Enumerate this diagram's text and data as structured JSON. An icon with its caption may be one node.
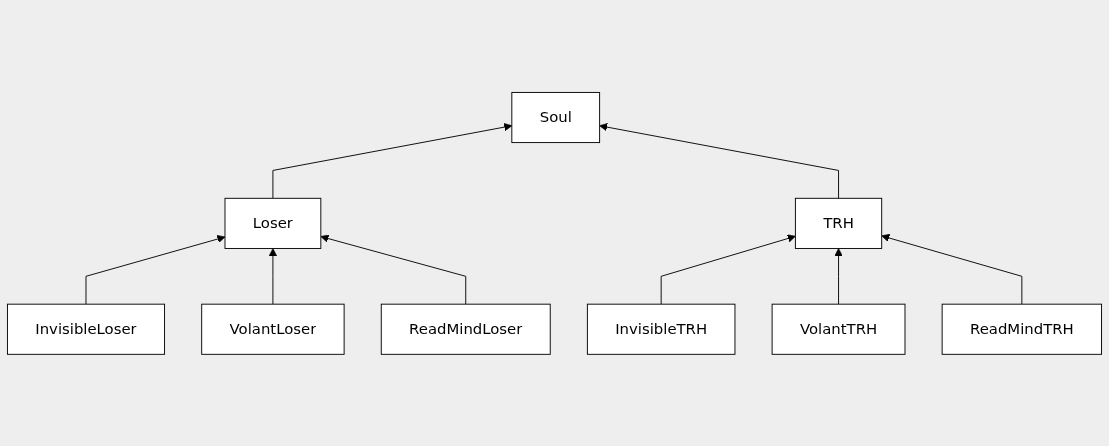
{
  "diagram": {
    "nodes": [
      {
        "text": [
          "Soul"
        ]
      },
      {
        "text": [
          "Loser"
        ]
      },
      {
        "text": [
          "TRH"
        ]
      },
      {
        "text": [
          "InvisibleLoser"
        ]
      },
      {
        "text": [
          "VolantLoser"
        ]
      },
      {
        "text": [
          "ReadMindLoser"
        ]
      },
      {
        "text": [
          "InvisibleTRH"
        ]
      },
      {
        "text": [
          "VolantTRH"
        ]
      },
      {
        "text": [
          "ReadMindTRH"
        ]
      }
    ],
    "edges": [
      {
        "from": 1,
        "to": 0,
        "arrow": "to"
      },
      {
        "from": 2,
        "to": 0,
        "arrow": "to"
      },
      {
        "from": 3,
        "to": 1,
        "arrow": "to"
      },
      {
        "from": 4,
        "to": 1,
        "arrow": "to"
      },
      {
        "from": 5,
        "to": 1,
        "arrow": "to"
      },
      {
        "from": 6,
        "to": 2,
        "arrow": "to"
      },
      {
        "from": 7,
        "to": 2,
        "arrow": "to"
      },
      {
        "from": 8,
        "to": 2,
        "arrow": "to"
      }
    ]
  }
}
